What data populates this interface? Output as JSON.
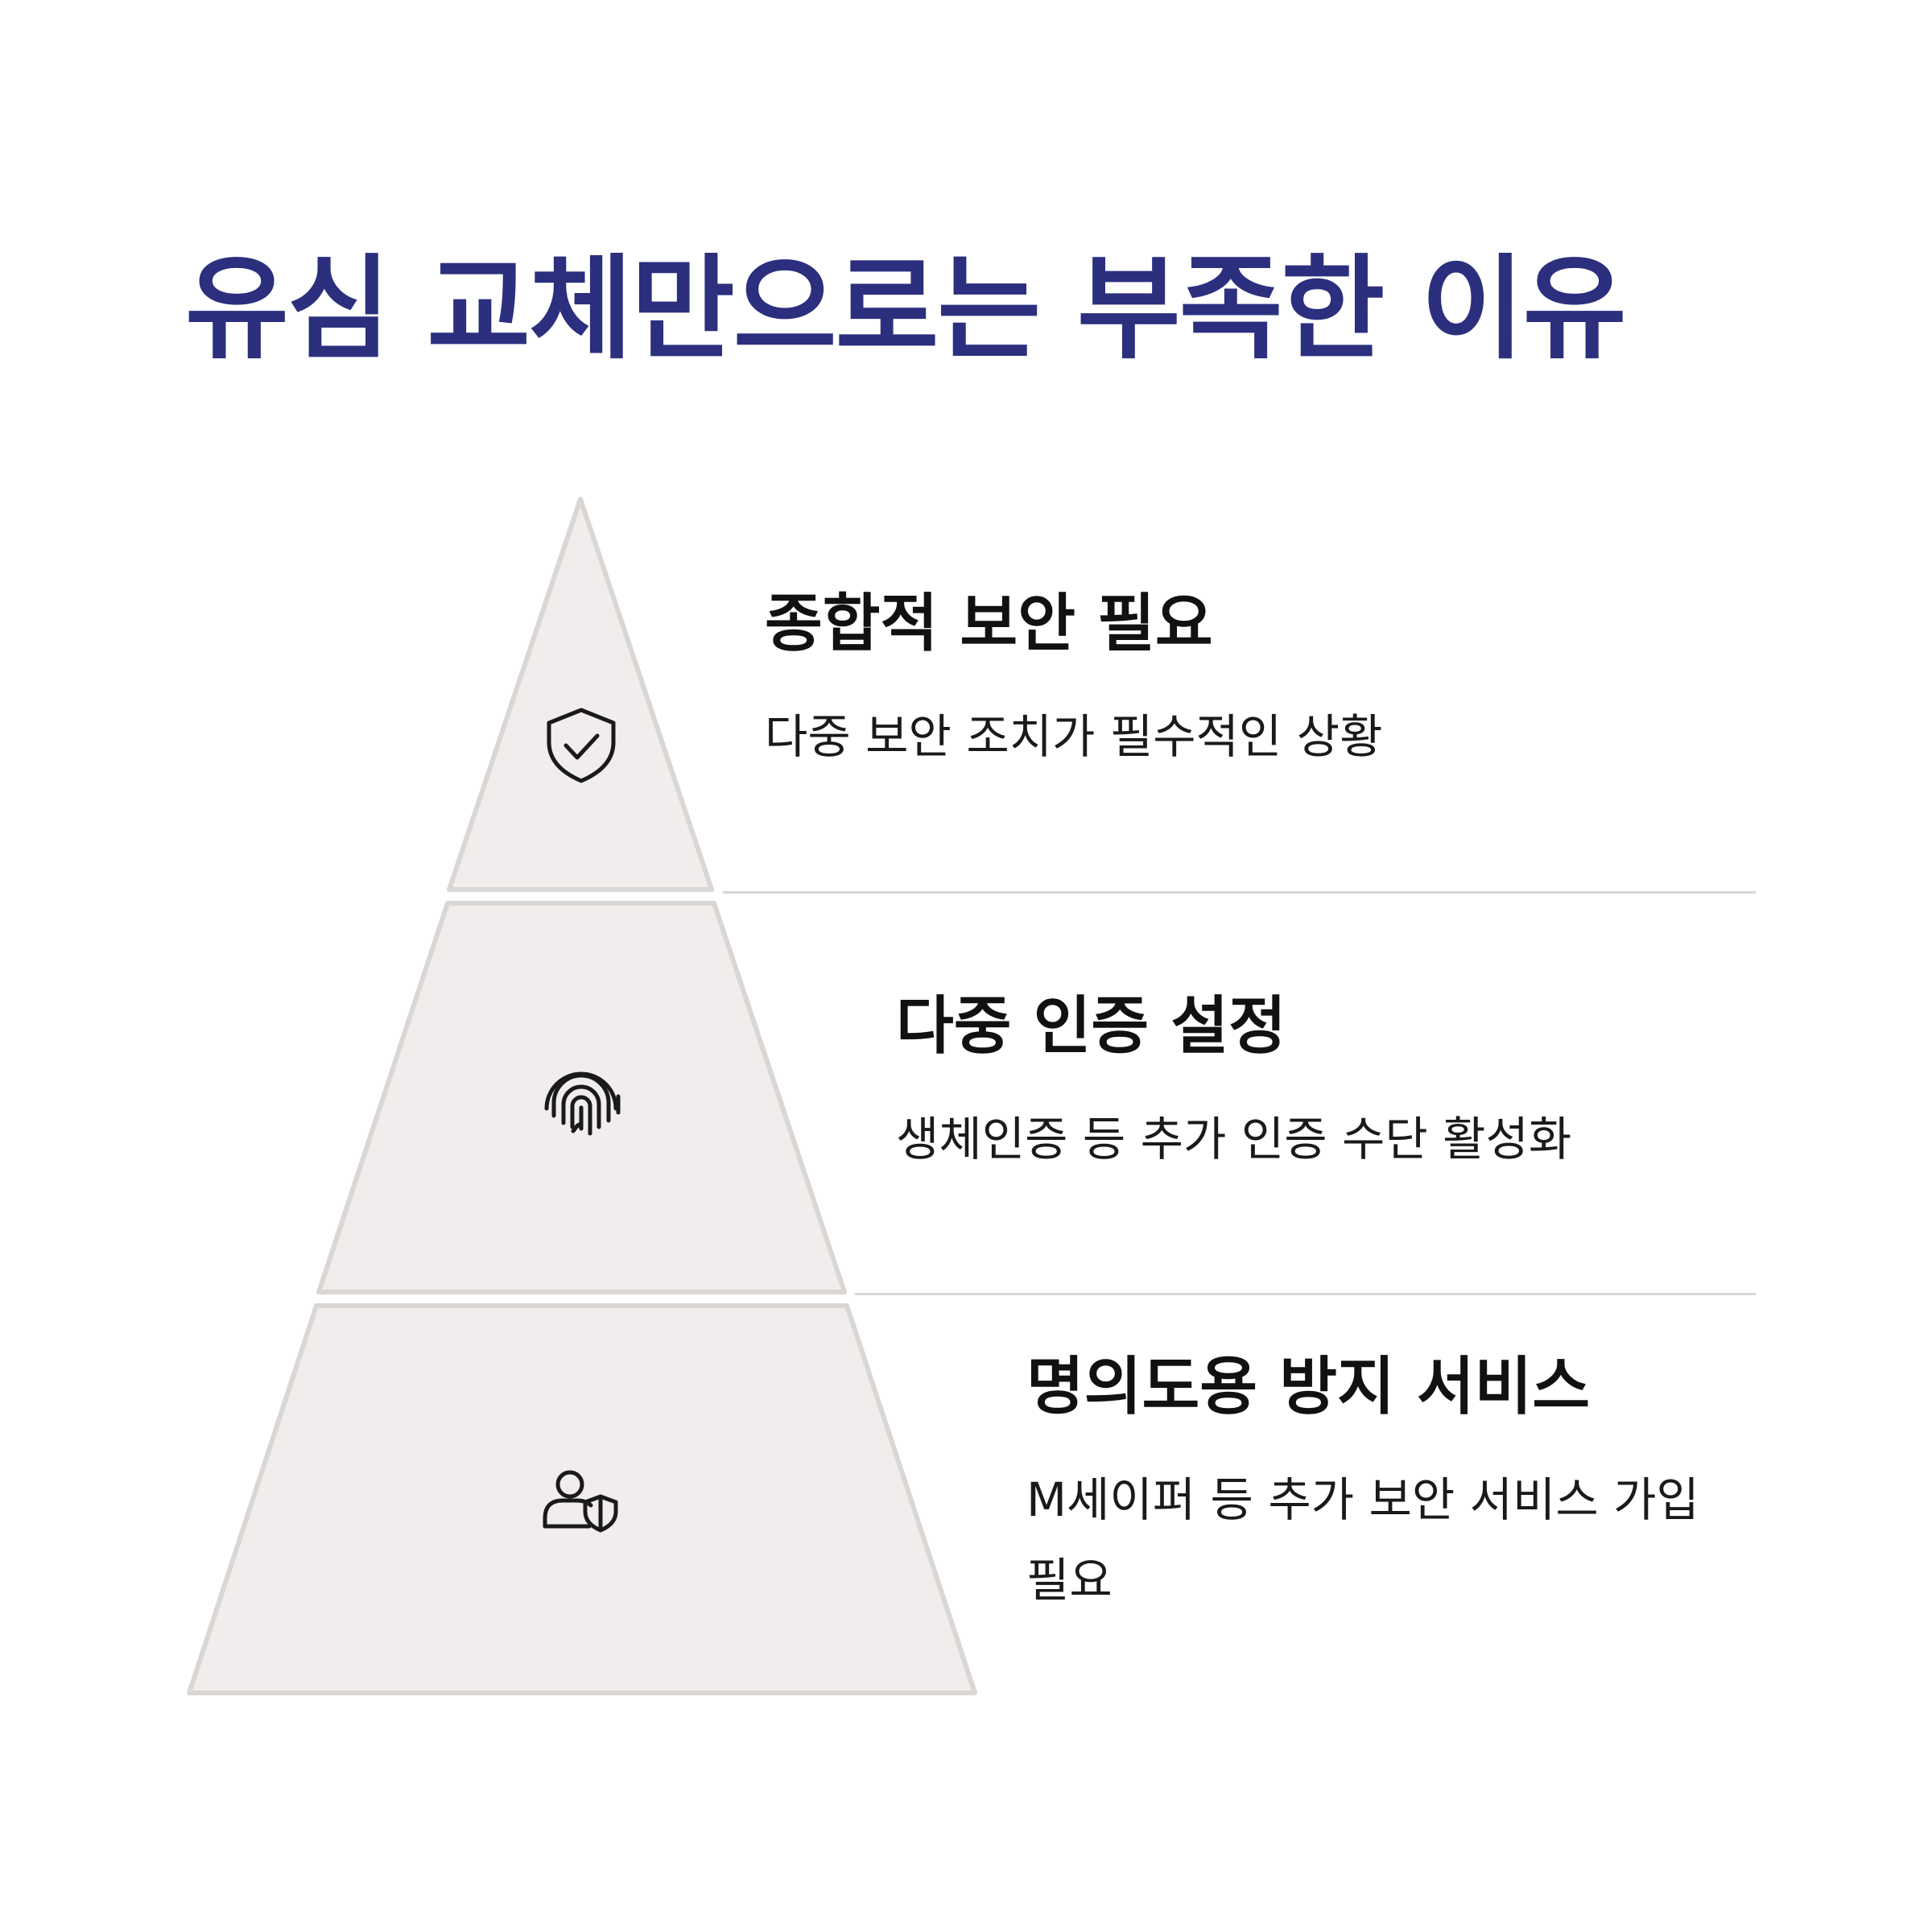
{
  "title": "유심 교체만으로는 부족한 이유",
  "colors": {
    "title": "#2B2F7E",
    "tier_fill": "#F0EDEC",
    "tier_stroke": "#D9D6D4",
    "icon": "#1a1a1a"
  },
  "tiers": [
    {
      "heading": "종합적 보안 필요",
      "description": "다중 보안 조치가 필수적인 상황",
      "icon": "shield-check-icon"
    },
    {
      "heading": "다중 인증 설정",
      "description": "생체인증 등 추가 인증 수단 활성화",
      "icon": "fingerprint-icon"
    },
    {
      "heading": "명의도용 방지 서비스",
      "description": "M세이퍼 등 추가 보안 서비스 가입 필요",
      "icon": "user-shield-icon"
    }
  ]
}
